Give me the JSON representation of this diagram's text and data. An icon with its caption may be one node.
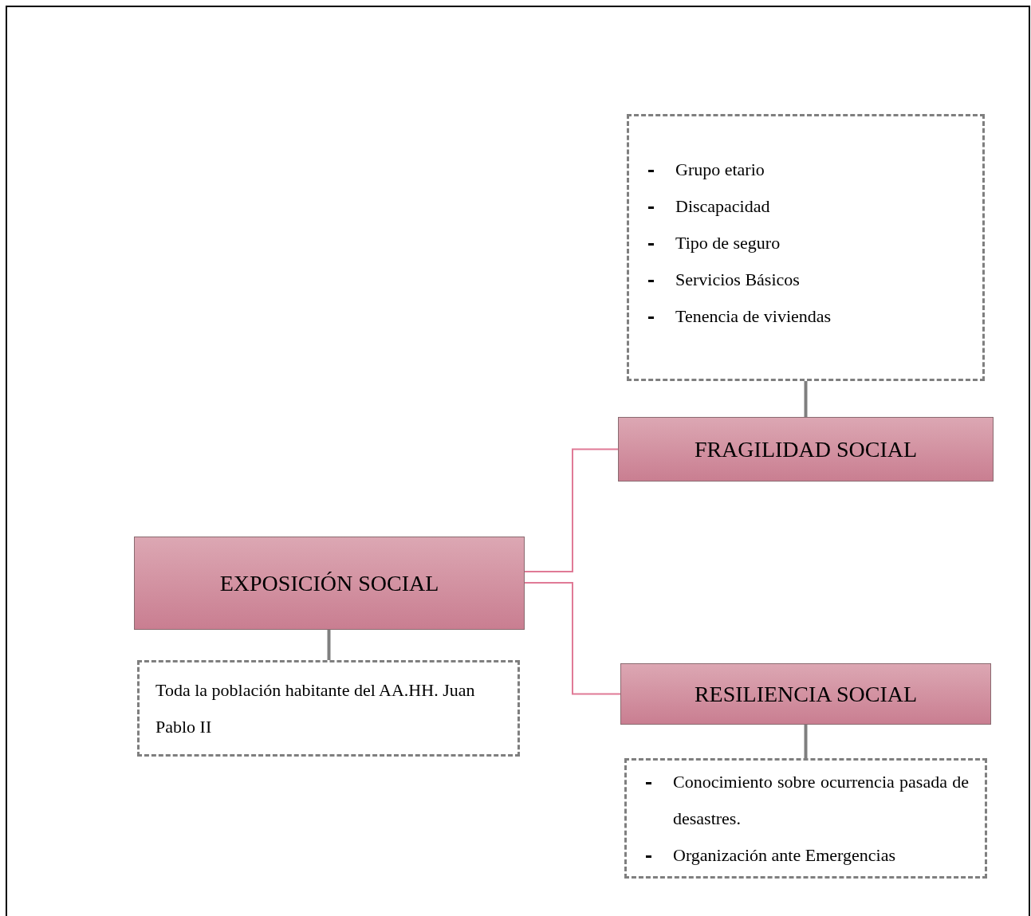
{
  "diagram": {
    "nodes": [
      {
        "text": [
          "EXPOSICIÓN SOCIAL"
        ]
      },
      {
        "text": [
          "FRAGILIDAD SOCIAL"
        ]
      },
      {
        "text": [
          "RESILIENCIA SOCIAL"
        ]
      },
      {
        "text": [
          "Grupo etario",
          "Discapacidad",
          "Tipo de seguro",
          "Servicios Básicos",
          "Tenencia de viviendas"
        ]
      },
      {
        "text": [
          "Toda la población habitante del AA.HH. Juan Pablo II"
        ]
      },
      {
        "text": [
          "Conocimiento sobre ocurrencia pasada de desastres.",
          "Organización ante Emergencias"
        ]
      }
    ],
    "edges": [
      {
        "from": 0,
        "to": 1,
        "arrow": "none",
        "color": "#e07a96"
      },
      {
        "from": 0,
        "to": 2,
        "arrow": "none",
        "color": "#e07a96"
      },
      {
        "from": 1,
        "to": 3,
        "arrow": "none"
      },
      {
        "from": 0,
        "to": 4,
        "arrow": "none"
      },
      {
        "from": 2,
        "to": 5,
        "arrow": "none"
      }
    ]
  }
}
